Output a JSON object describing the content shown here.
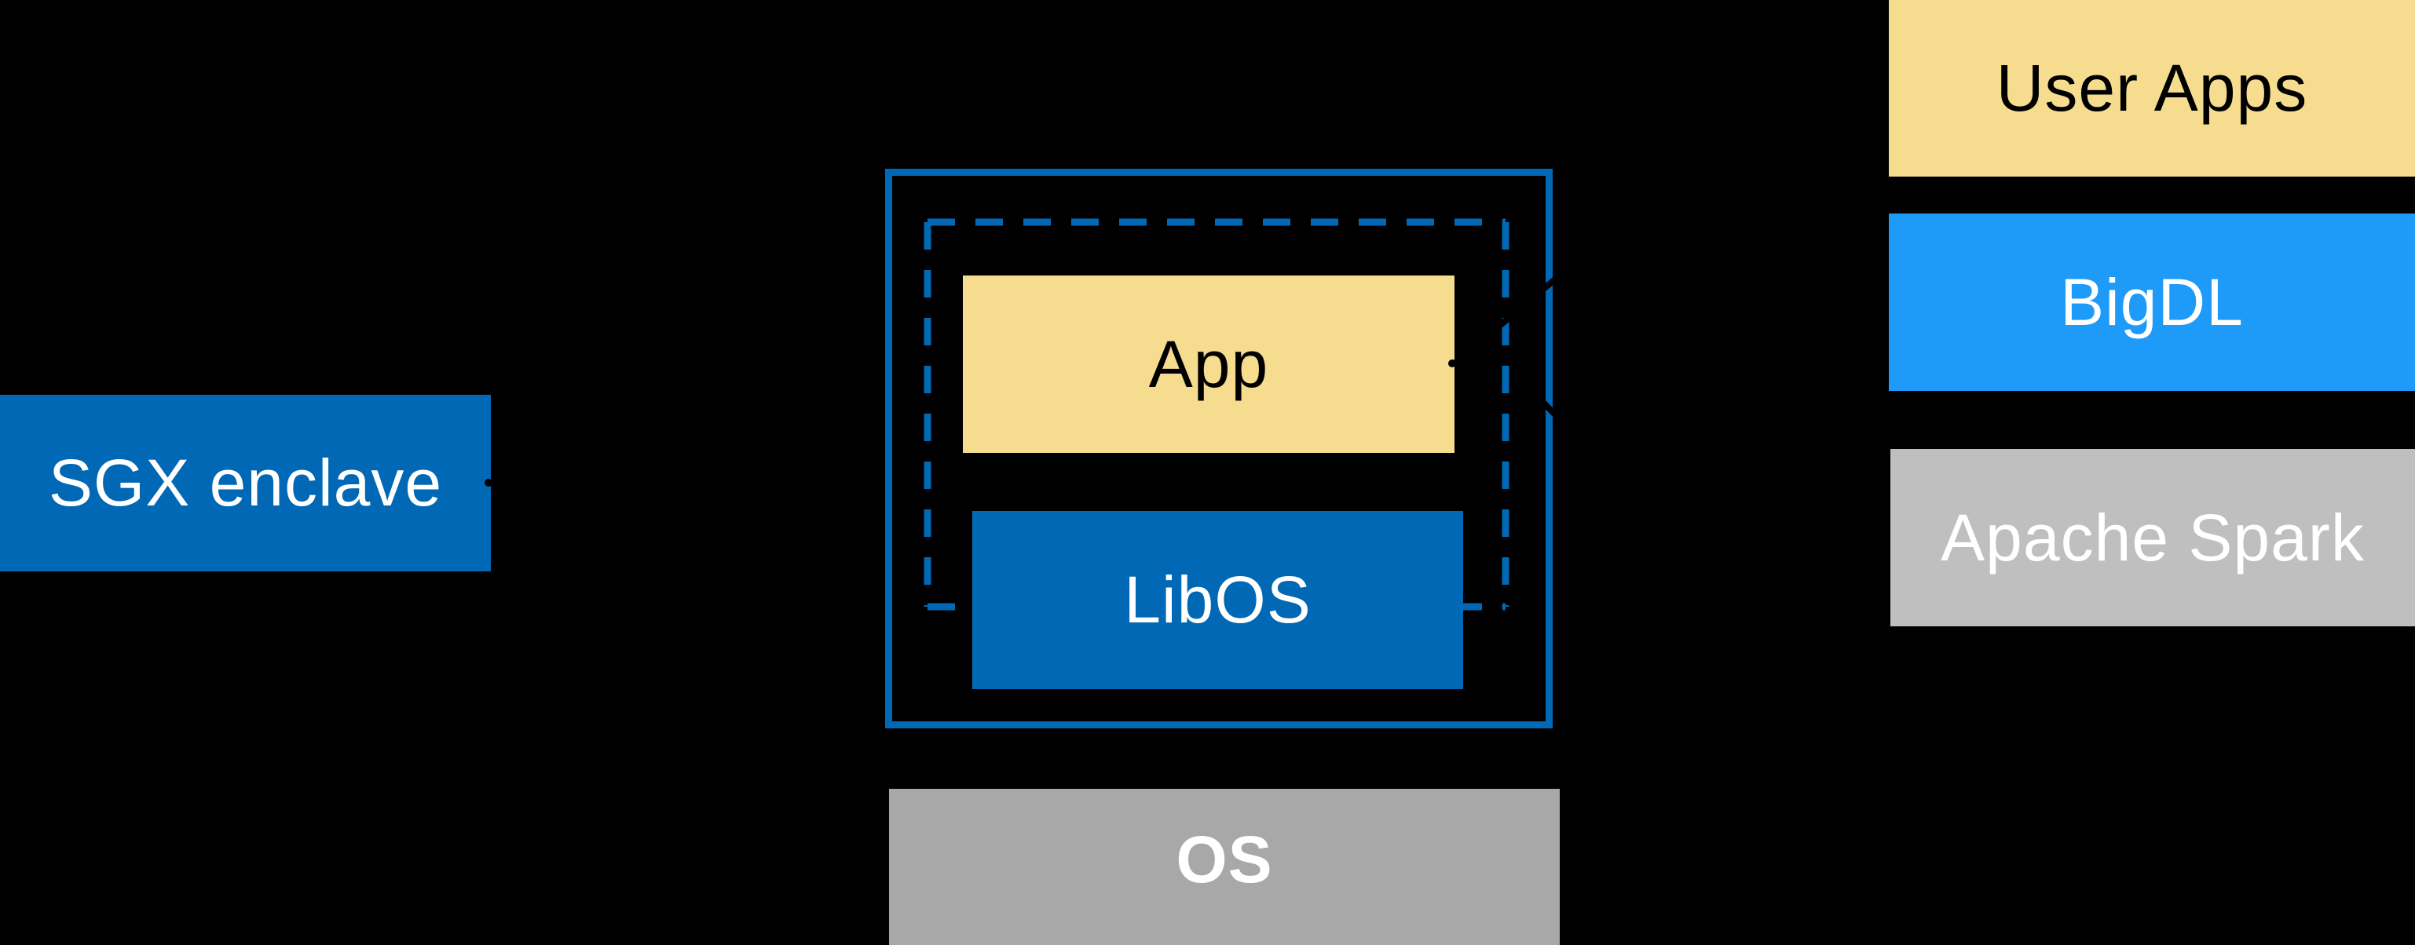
{
  "diagram": {
    "left_label": {
      "text": "SGX enclave"
    },
    "enclave": {
      "app_label": "App",
      "libos_label": "LibOS"
    },
    "os_box": {
      "label": "OS"
    },
    "right_stack": [
      {
        "label": "User Apps"
      },
      {
        "label": "BigDL"
      },
      {
        "label": "Apache Spark"
      }
    ]
  },
  "colors": {
    "bg": "#000000",
    "intel_blue": "#0068B4",
    "bigdl_blue": "#1E9AF9",
    "box_yellow": "#F6DC8E",
    "os_gray": "#A8A8A8",
    "spark_gray": "#BFBFBF",
    "text_white": "#FFFFFF",
    "text_black": "#000000",
    "arrow_black": "#000000"
  }
}
